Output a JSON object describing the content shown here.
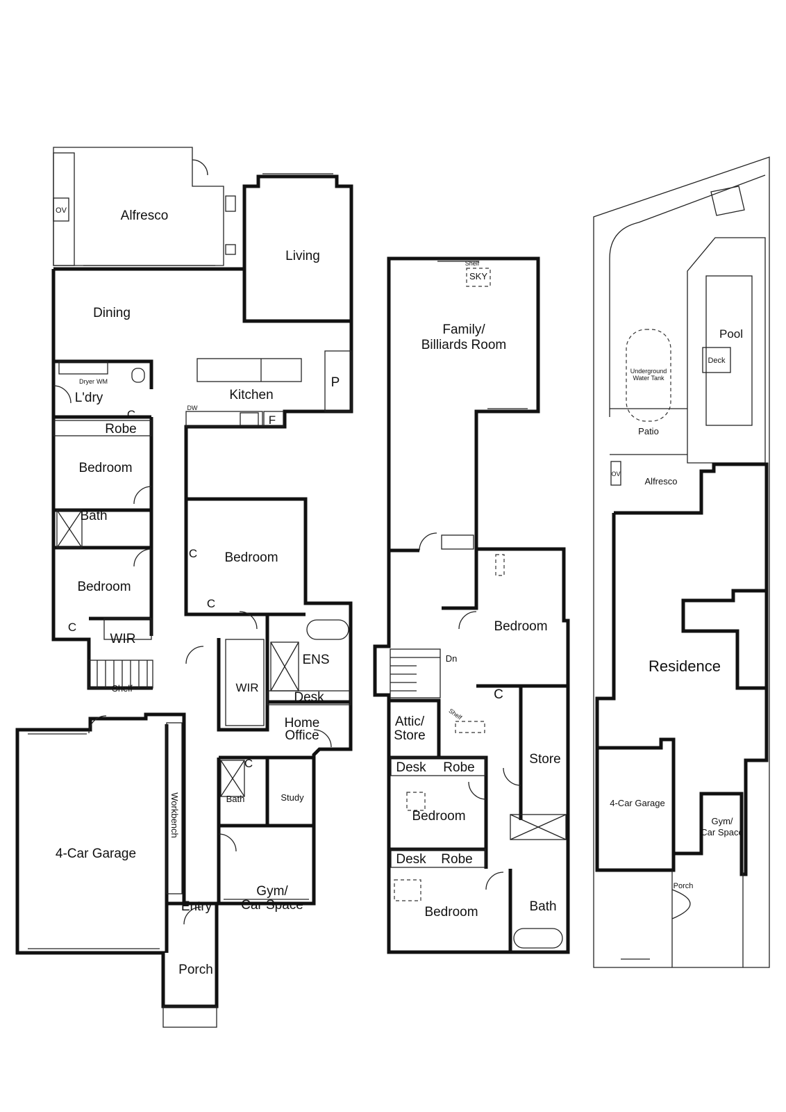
{
  "ground": {
    "alfresco": "Alfresco",
    "ov": "OV",
    "living": "Living",
    "dining": "Dining",
    "kitchen": "Kitchen",
    "ldry": "L'dry",
    "dryer": "Dryer",
    "wm": "WM",
    "dw": "DW",
    "p": "P",
    "f": "F",
    "c": "C",
    "robe": "Robe",
    "bedroom": "Bedroom",
    "bath": "Bath",
    "wir": "WIR",
    "shelf": "Shelf",
    "ens": "ENS",
    "desk": "Desk",
    "home_office": [
      "Home",
      "Office"
    ],
    "study": "Study",
    "workbench": "Workbench",
    "garage": "4-Car Garage",
    "entry": "Entry",
    "gym": [
      "Gym/",
      "Car Space"
    ],
    "porch": "Porch"
  },
  "upper": {
    "shelf": "Shelf",
    "sky": "SKY",
    "family": [
      "Family/",
      "Billiards Room"
    ],
    "dn": "Dn",
    "bedroom": "Bedroom",
    "c": "C",
    "attic": [
      "Attic/",
      "Store"
    ],
    "store": "Store",
    "desk": "Desk",
    "robe": "Robe",
    "bath": "Bath"
  },
  "site": {
    "water_tank": [
      "Underground",
      "Water Tank"
    ],
    "pool": "Pool",
    "deck": "Deck",
    "patio": "Patio",
    "alfresco": "Alfresco",
    "ov": "OV",
    "residence": "Residence",
    "garage": "4-Car Garage",
    "gym": [
      "Gym/",
      "Car Space"
    ],
    "porch": "Porch"
  }
}
